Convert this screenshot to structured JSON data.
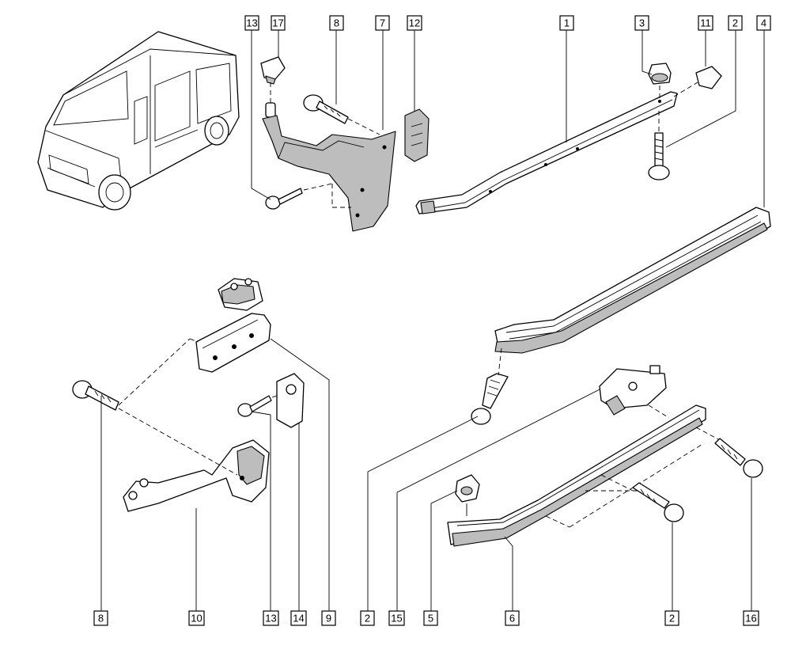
{
  "callouts": {
    "c13_top": "13",
    "c17_top": "17",
    "c8_top": "8",
    "c7_top": "7",
    "c12_top": "12",
    "c1_top": "1",
    "c3_top": "3",
    "c11_top": "11",
    "c2_top": "2",
    "c4_top": "4",
    "c8_bottom": "8",
    "c10_bottom": "10",
    "c13_bottom": "13",
    "c14_bottom": "14",
    "c9_bottom": "9",
    "c2_bottom_left": "2",
    "c15_bottom": "15",
    "c5_bottom": "5",
    "c6_bottom": "6",
    "c2_bottom_right": "2",
    "c16_bottom": "16"
  },
  "colors": {
    "line": "#000000",
    "background": "#ffffff",
    "shading": "#bdbdbd"
  }
}
